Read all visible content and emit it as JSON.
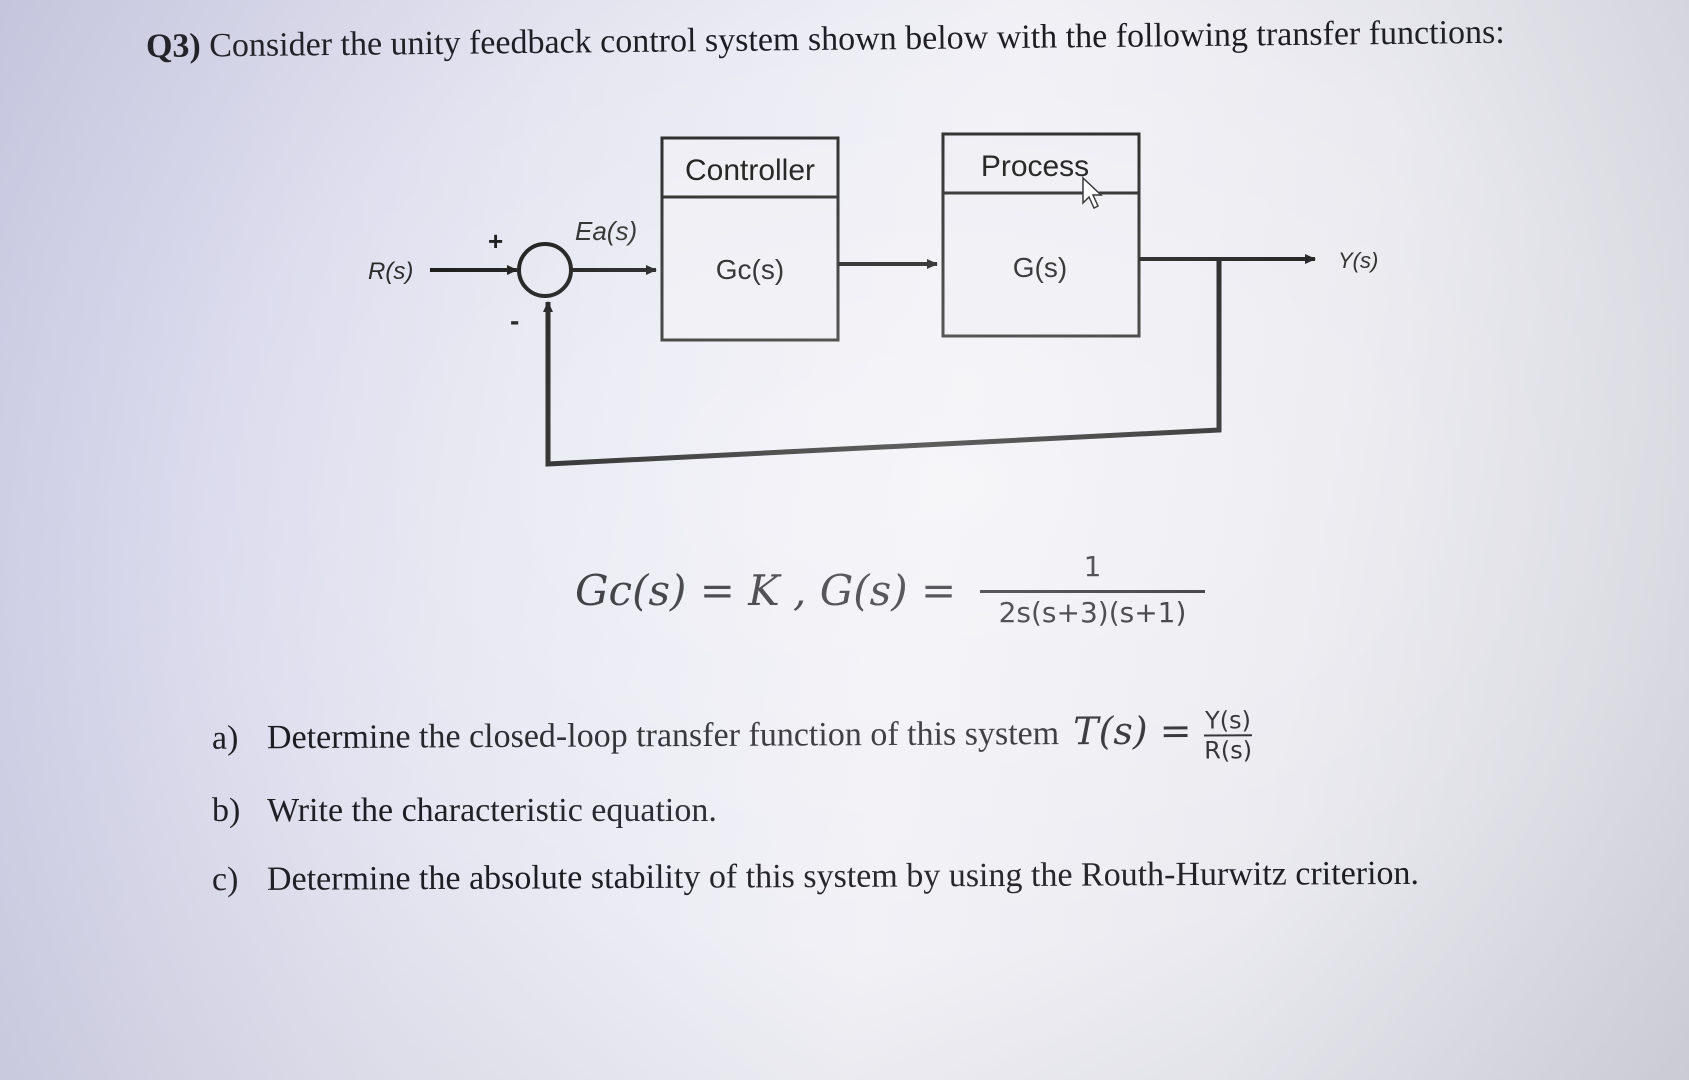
{
  "question": {
    "number": "Q3)",
    "text": "Consider the unity feedback control system shown below with the following transfer functions:"
  },
  "diagram": {
    "input_label": "R(s)",
    "plus_sign": "+",
    "minus_sign": "-",
    "error_label": "Ea(s)",
    "controller_title": "Controller",
    "controller_tf": "Gc(s)",
    "process_title": "Process",
    "process_tf": "G(s)",
    "output_label": "Y(s)"
  },
  "formula": {
    "lhs": "Gc(s) = K , G(s) =",
    "numerator": "1",
    "denominator": "2s(s+3)(s+1)"
  },
  "parts": {
    "a": {
      "mark": "a)",
      "text": "Determine the closed-loop transfer function of this system",
      "tf_lhs": "T(s) =",
      "tf_num": "Y(s)",
      "tf_den": "R(s)"
    },
    "b": {
      "mark": "b)",
      "text": "Write the characteristic equation."
    },
    "c": {
      "mark": "c)",
      "text": "Determine the absolute stability of this system by using the Routh-Hurwitz criterion."
    }
  }
}
